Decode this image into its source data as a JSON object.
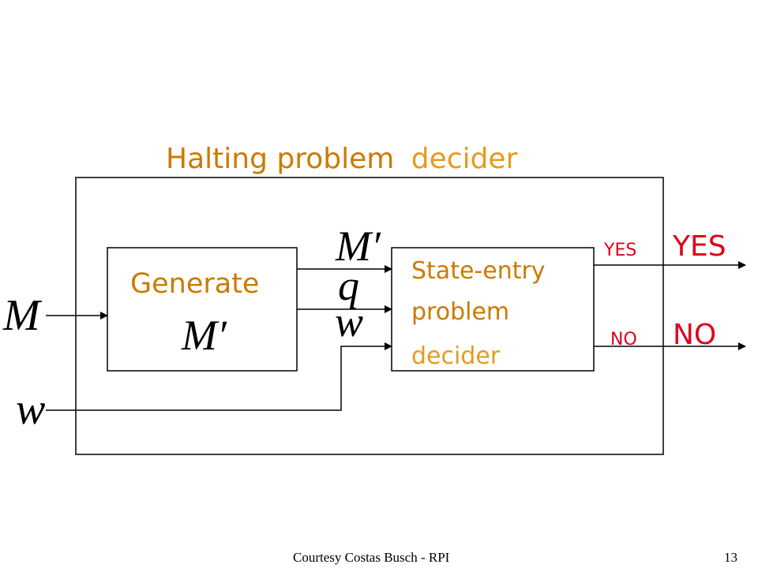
{
  "title": {
    "part1": "Halting problem",
    "part2": "decider"
  },
  "generate_box": {
    "label": "Generate",
    "symbol": "M′"
  },
  "state_entry_box": {
    "line1": "State-entry",
    "line2": "problem",
    "line3": "decider"
  },
  "inputs": {
    "machine": "M",
    "string": "w"
  },
  "wire_labels": {
    "machine": "M′",
    "state": "q",
    "string": "w"
  },
  "inner_outputs": {
    "yes": "YES",
    "no": "NO"
  },
  "outer_outputs": {
    "yes": "YES",
    "no": "NO"
  },
  "footer": {
    "credit": "Courtesy Costas Busch - RPI",
    "page_number": "13"
  },
  "colors": {
    "orange": "#CC7A00",
    "light_orange": "#E69A1E",
    "red": "#E0001B",
    "line": "#000000"
  }
}
